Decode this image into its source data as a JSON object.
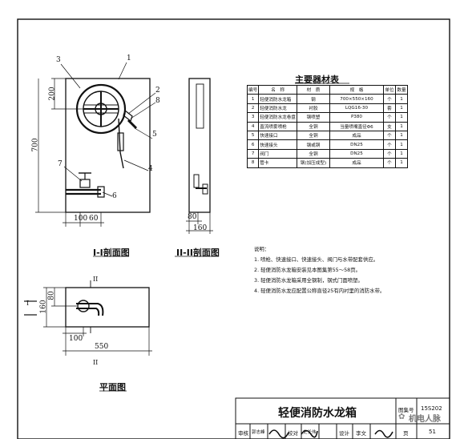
{
  "section_1": {
    "callouts": [
      "3",
      "1",
      "2",
      "8",
      "5",
      "4",
      "7",
      "6"
    ],
    "dims": {
      "d200": "200",
      "d700": "700",
      "d100": "100",
      "d60": "60"
    },
    "caption": "I-I剖面图"
  },
  "section_2": {
    "dims": {
      "d80": "80",
      "d160": "160"
    },
    "caption": "II-II剖面图"
  },
  "plan": {
    "dims": {
      "d160": "160",
      "d80": "80",
      "d550": "550",
      "d100": "100"
    },
    "section_marks": {
      "i": "I",
      "ii": "II"
    },
    "caption": "平面图"
  },
  "materials": {
    "title": "主要器材表",
    "headers": [
      "编号",
      "名　称",
      "材　质",
      "规　格",
      "单位",
      "数量"
    ],
    "rows": [
      [
        "1",
        "轻便消防水龙箱",
        "钢",
        "700×550×160",
        "个",
        "1"
      ],
      [
        "2",
        "轻便消防水龙",
        "衬胶",
        "LQG16-30",
        "套",
        "1"
      ],
      [
        "3",
        "轻便消防水龙卷盘",
        "钢喷塑",
        "P380",
        "个",
        "1"
      ],
      [
        "4",
        "直流喷雾喷枪",
        "全铜",
        "当量喷嘴直径Φ6",
        "支",
        "1"
      ],
      [
        "5",
        "快速接口",
        "全铜",
        "成品",
        "个",
        "1"
      ],
      [
        "6",
        "快速接头",
        "钢或铜",
        "DN25",
        "个",
        "1"
      ],
      [
        "7",
        "阀门",
        "全铜",
        "DN25",
        "个",
        "1"
      ],
      [
        "8",
        "管卡",
        "钢(加压成型)",
        "成品",
        "个",
        "1"
      ]
    ]
  },
  "notes": {
    "title": "说明：",
    "items": [
      "1. 喷枪、快速接口、快速接头、阀门与水带配套供应。",
      "2. 轻便消防水龙箱安装见本图集第55～58页。",
      "3. 轻便消防水龙箱采用全钢制，钢式门面喷塑。",
      "4. 轻便消防水龙应配置公称直径25有内衬里的消防水带。"
    ]
  },
  "title_block": {
    "sheet_title": "轻便消防水龙箱",
    "atlas_label": "图集号",
    "atlas_no": "15S202",
    "page_label": "页",
    "page_no": "51",
    "review_label": "审核",
    "reviewer": "郭志峰",
    "check_label": "校对",
    "checker": "史长伟",
    "design_label": "设计",
    "designer": "李文",
    "watermark": "机电人脉"
  }
}
